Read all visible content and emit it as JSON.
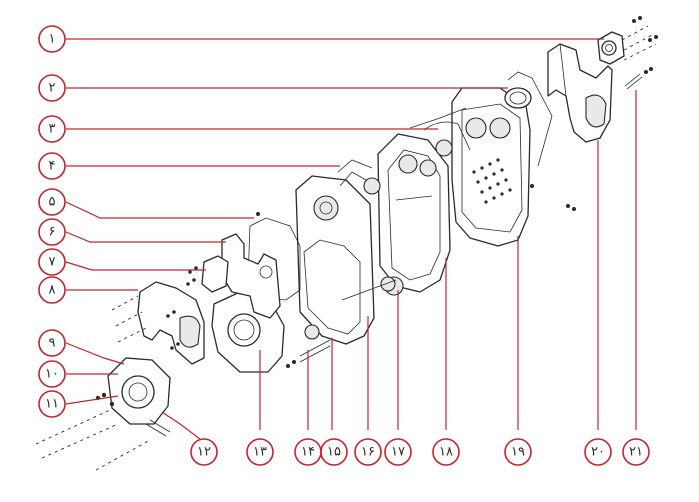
{
  "callouts": [
    {
      "id": 1,
      "label": "۱"
    },
    {
      "id": 2,
      "label": "۲"
    },
    {
      "id": 3,
      "label": "۳"
    },
    {
      "id": 4,
      "label": "۴"
    },
    {
      "id": 5,
      "label": "۵"
    },
    {
      "id": 6,
      "label": "۶"
    },
    {
      "id": 7,
      "label": "۷"
    },
    {
      "id": 8,
      "label": "۸"
    },
    {
      "id": 9,
      "label": "۹"
    },
    {
      "id": 10,
      "label": "۱۰"
    },
    {
      "id": 11,
      "label": "۱۱"
    },
    {
      "id": 12,
      "label": "۱۲"
    },
    {
      "id": 13,
      "label": "۱۳"
    },
    {
      "id": 14,
      "label": "۱۴"
    },
    {
      "id": 15,
      "label": "۱۵"
    },
    {
      "id": 16,
      "label": "۱۶"
    },
    {
      "id": 17,
      "label": "۱۷"
    },
    {
      "id": 18,
      "label": "۱۸"
    },
    {
      "id": 19,
      "label": "۱۹"
    },
    {
      "id": 20,
      "label": "۲۰"
    },
    {
      "id": 21,
      "label": "۲۱"
    }
  ],
  "colors": {
    "leader": "#c0262d",
    "ink": "#2a2a2a"
  }
}
